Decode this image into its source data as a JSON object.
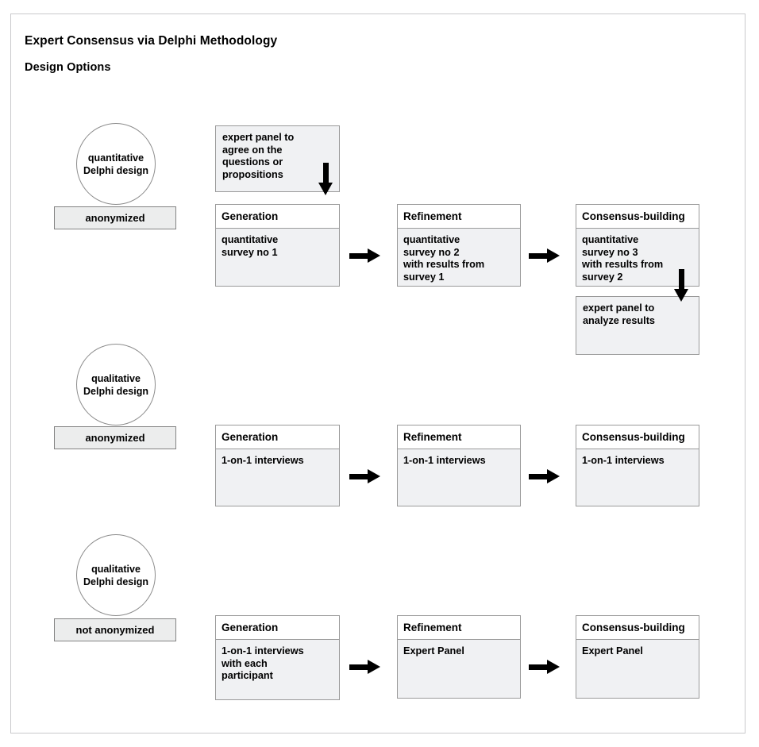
{
  "page": {
    "title_main": "Expert Consensus via Delphi Methodology",
    "title_sub": "Design Options",
    "frame_color": "#c9c9cc",
    "box_border_color": "#9a9a9a",
    "box_body_fill": "#f0f1f3",
    "pill_fill": "#eceded",
    "arrow_color": "#000000"
  },
  "rows": [
    {
      "id": "row-quantitative",
      "circle_label_line1": "quantitative",
      "circle_label_line2": "Delphi design",
      "anonymity": "anonymized",
      "pre_note": "expert panel to\nagree on the\nquestions or\npropositions",
      "post_note": "expert panel to\nanalyze results",
      "stages": [
        {
          "header": "Generation",
          "body": "quantitative\nsurvey  no 1"
        },
        {
          "header": "Refinement",
          "body": "quantitative\nsurvey  no 2\nwith results from\nsurvey 1"
        },
        {
          "header": "Consensus-building",
          "body": "quantitative\nsurvey  no 3\nwith results from\nsurvey 2"
        }
      ]
    },
    {
      "id": "row-qualitative-anonymized",
      "circle_label_line1": "qualitative",
      "circle_label_line2": "Delphi design",
      "anonymity": "anonymized",
      "stages": [
        {
          "header": "Generation",
          "body": "1-on-1 interviews"
        },
        {
          "header": "Refinement",
          "body": "1-on-1 interviews"
        },
        {
          "header": "Consensus-building",
          "body": "1-on-1 interviews"
        }
      ]
    },
    {
      "id": "row-qualitative-not-anonymized",
      "circle_label_line1": "qualitative",
      "circle_label_line2": "Delphi design",
      "anonymity": "not anonymized",
      "stages": [
        {
          "header": "Generation",
          "body": "1-on-1 interviews\nwith each\nparticipant"
        },
        {
          "header": "Refinement",
          "body": "Expert Panel"
        },
        {
          "header": "Consensus-building",
          "body": "Expert Panel"
        }
      ]
    }
  ]
}
